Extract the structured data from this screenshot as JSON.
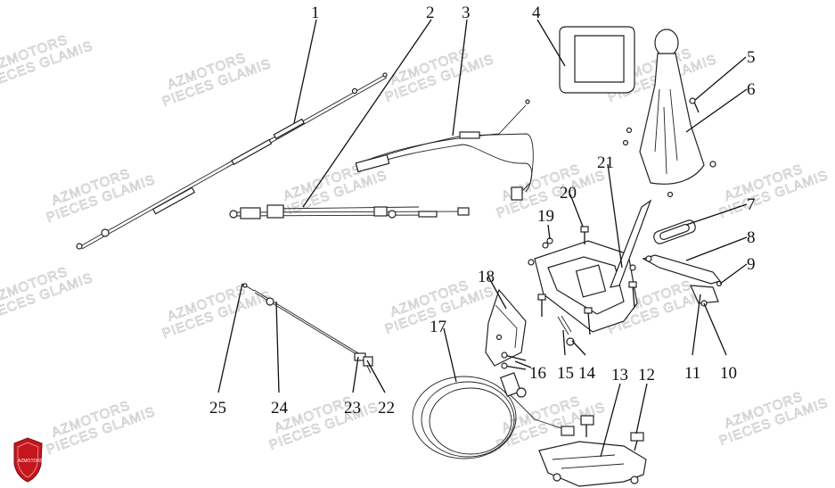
{
  "watermark": {
    "line1": "AZMOTORS",
    "line2": "PIECES GLAMIS"
  },
  "logo": {
    "text": "AZMOTORS",
    "color": "#c4161c"
  },
  "labels": {
    "p1": "1",
    "p2": "2",
    "p3": "3",
    "p4": "4",
    "p5": "5",
    "p6": "6",
    "p7": "7",
    "p8": "8",
    "p9": "9",
    "p10": "10",
    "p11": "11",
    "p12": "12",
    "p13": "13",
    "p14": "14",
    "p15": "15",
    "p16": "16",
    "p17": "17",
    "p18": "18",
    "p19": "19",
    "p20": "20",
    "p21": "21",
    "p22": "22",
    "p23": "23",
    "p24": "24",
    "p25": "25"
  }
}
